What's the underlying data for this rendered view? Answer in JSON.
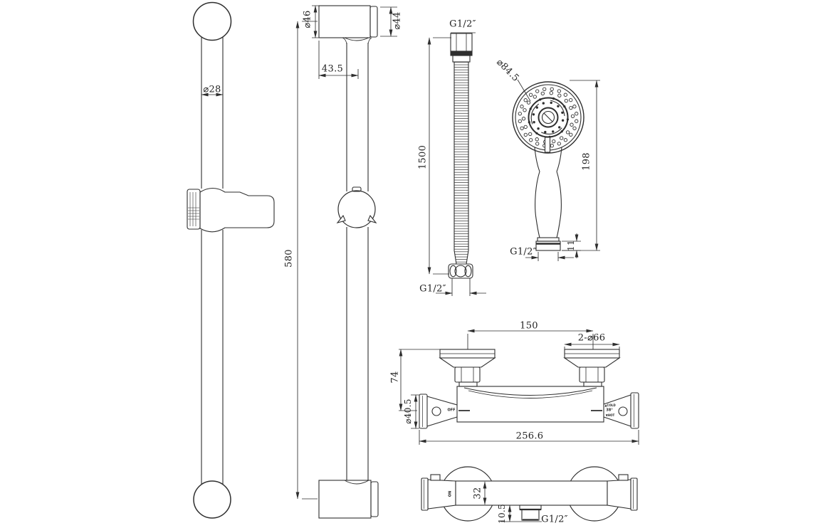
{
  "drawing": {
    "stroke_color": "#2e2e2e",
    "background": "#ffffff"
  },
  "rail_front": {
    "tube_diameter": "⌀28"
  },
  "rail_side": {
    "bracket_diameter": "⌀46",
    "cap_diameter": "⌀44",
    "wall_offset": "43.5",
    "bar_length": "580"
  },
  "hose": {
    "top_thread": "G1/2″",
    "length": "1500",
    "bottom_thread": "G1/2″"
  },
  "handset": {
    "head_diameter": "⌀84.5",
    "length": "198",
    "nut_height": "11",
    "thread": "G1/2″"
  },
  "valve_front": {
    "hole_centers": "150",
    "escutcheon_diameter": "2-⌀66",
    "depth": "74",
    "handle_diameter": "⌀40.5",
    "off_label": "OFF",
    "cold_label": "▲COLD",
    "temp_label": "38°",
    "hot_label": "▼HOT",
    "overall_width": "256.6"
  },
  "valve_bottom": {
    "on_label": "ON",
    "body_width": "32",
    "outlet_offset": "10.5",
    "outlet_thread": "G1/2″"
  }
}
